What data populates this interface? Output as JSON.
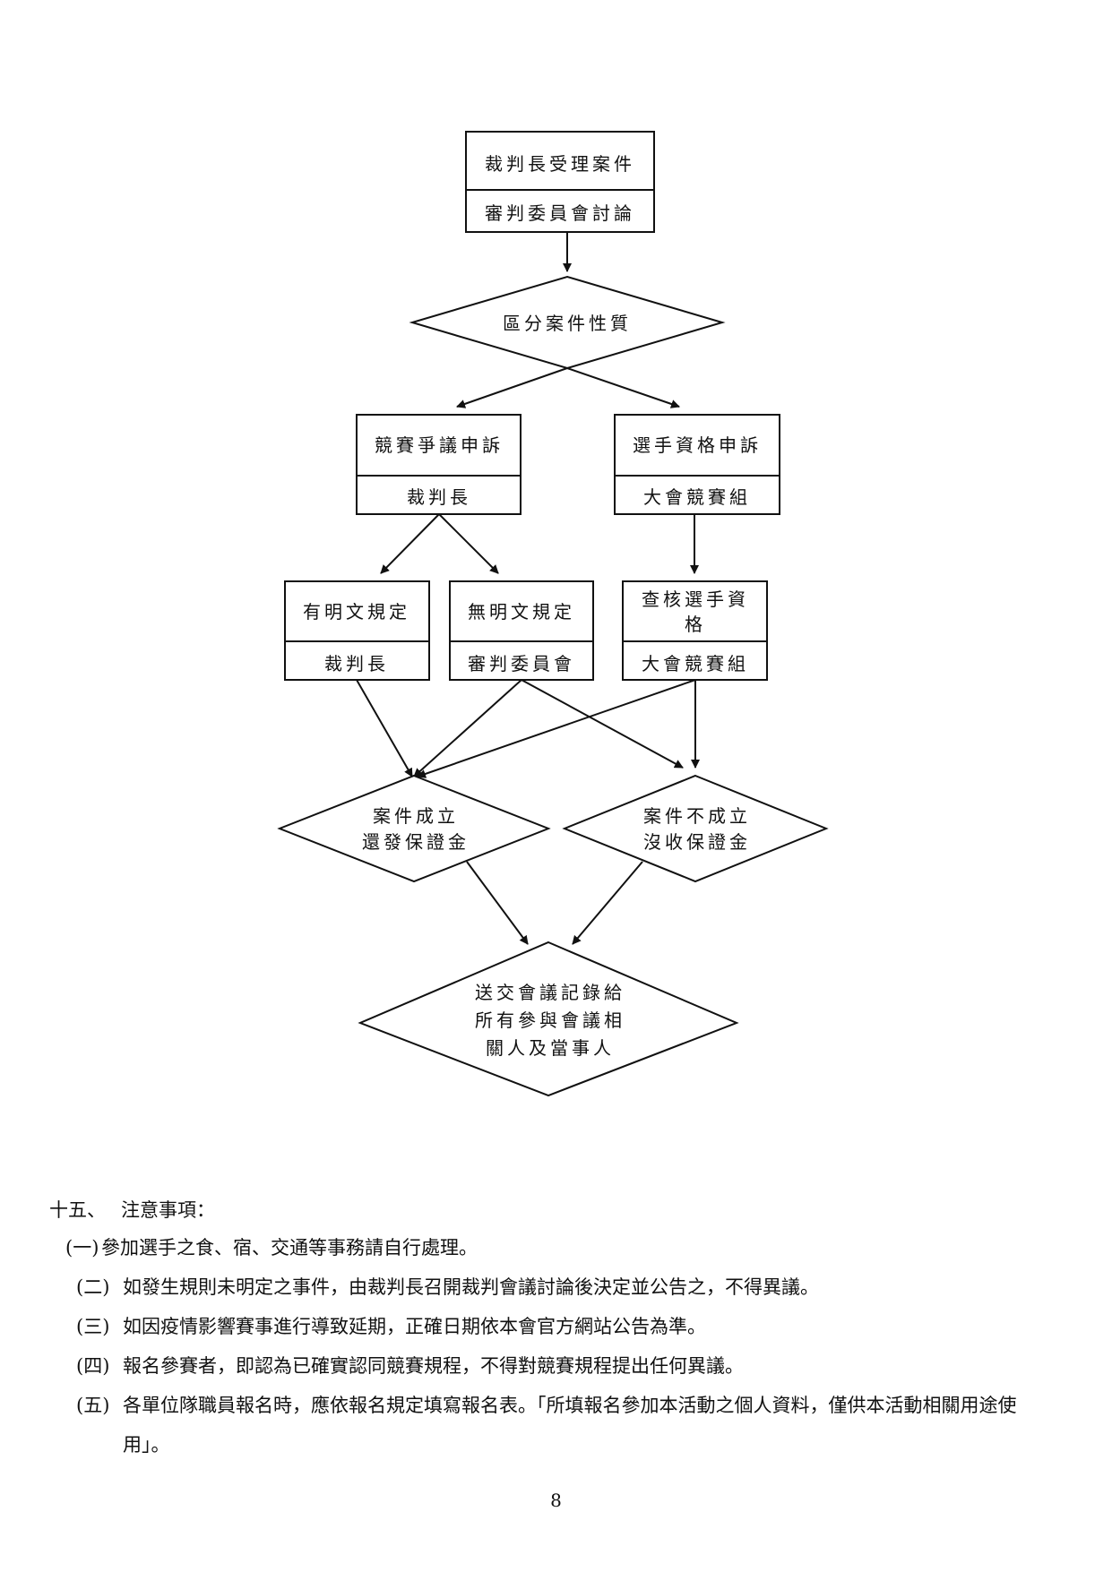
{
  "flowchart": {
    "start_top": "裁判長受理案件",
    "start_bottom": "審判委員會討論",
    "decide": "區分案件性質",
    "dispute_top": "競賽爭議申訴",
    "dispute_bottom": "裁判長",
    "qual_top": "選手資格申訴",
    "qual_bottom": "大會競賽組",
    "explicit_top": "有明文規定",
    "explicit_bottom": "裁判長",
    "implicit_top": "無明文規定",
    "implicit_bottom": "審判委員會",
    "check_line1": "查核選手資",
    "check_line2": "格",
    "check_bottom": "大會競賽組",
    "valid_line1": "案件成立",
    "valid_line2": "還發保證金",
    "invalid_line1": "案件不成立",
    "invalid_line2": "沒收保證金",
    "final_line1": "送交會議記錄給",
    "final_line2": "所有參與會議相",
    "final_line3": "關人及當事人"
  },
  "notes": {
    "heading_num": "十五、",
    "heading_text": "注意事項：",
    "items": [
      {
        "num": "(一)",
        "text": "參加選手之食、宿、交通等事務請自行處理。"
      },
      {
        "num": "(二)",
        "text": "如發生規則未明定之事件，由裁判長召開裁判會議討論後決定並公告之，不得異議。"
      },
      {
        "num": "(三)",
        "text": "如因疫情影響賽事進行導致延期，正確日期依本會官方網站公告為準。"
      },
      {
        "num": "(四)",
        "text": "報名參賽者，即認為已確實認同競賽規程，不得對競賽規程提出任何異議。"
      },
      {
        "num": "(五)",
        "text": "各單位隊職員報名時，應依報名規定填寫報名表。「所填報名參加本活動之個人資料，僅供本活動相關用途使用」。"
      }
    ]
  },
  "page_number": "8"
}
